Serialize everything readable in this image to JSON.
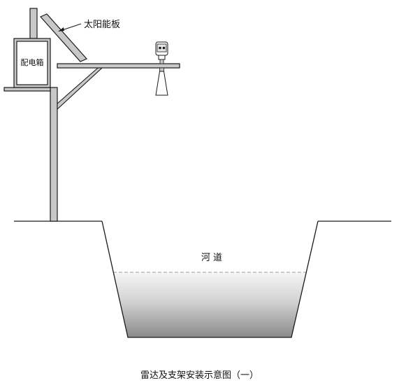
{
  "labels": {
    "solar_panel": "太阳能板",
    "distribution_box": "配电箱",
    "river_channel": "河 道"
  },
  "caption": "雷达及支架安装示意图（一）",
  "colors": {
    "stroke": "#1a1a1a",
    "pole_fill": "#c8c8c8",
    "water_top": "#f4f4f4",
    "water_bottom": "#8f8f8f",
    "water_line": "#999999"
  },
  "icons": {
    "radar_sensor": "radar-level-sensor-icon",
    "radar_beam": "radar-beam-icon"
  }
}
